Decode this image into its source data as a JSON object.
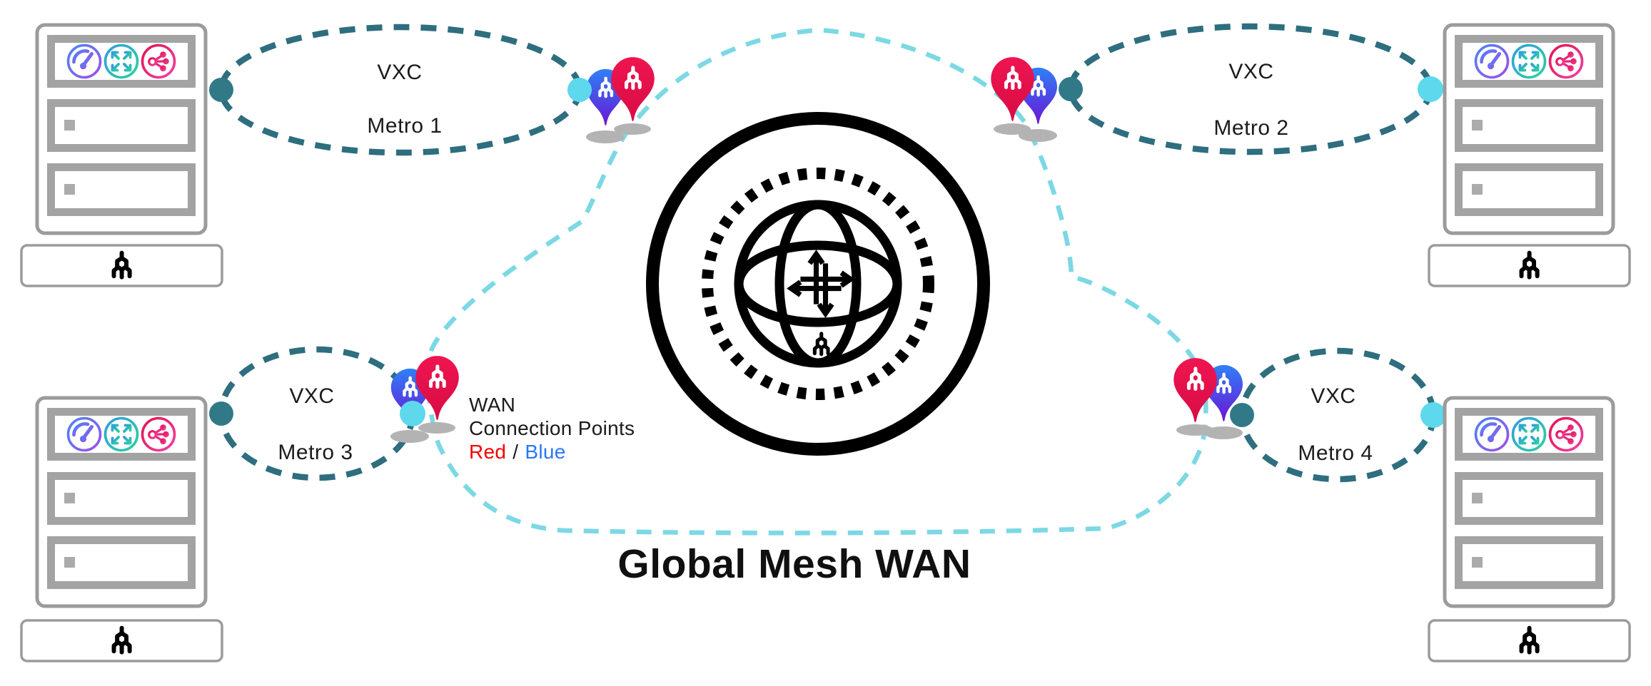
{
  "diagram": {
    "title": "Global Mesh WAN",
    "metros": [
      {
        "link_label": "VXC",
        "name": "Metro 1"
      },
      {
        "link_label": "VXC",
        "name": "Metro 2"
      },
      {
        "link_label": "VXC",
        "name": "Metro 3"
      },
      {
        "link_label": "VXC",
        "name": "Metro 4"
      }
    ],
    "legend": {
      "line1": "WAN",
      "line2": "Connection Points",
      "red_label": "Red",
      "separator": "/",
      "blue_label": "Blue"
    },
    "racks": {
      "count": 4,
      "rows": 3,
      "row1_icons": [
        "speedometer-icon",
        "expand-arrows-icon",
        "share-icon"
      ],
      "label_icon": "megaport-tree-icon"
    },
    "pins": {
      "front_color_name": "Red",
      "back_color_name": "Blue",
      "glyph": "megaport-tree-icon"
    },
    "center_icon": "global-mesh-globe-icon",
    "colors": {
      "ellipse_dash": "#2e6e7e",
      "line_start": "#2e7d8c",
      "line_end": "#4ec9db",
      "cyan_dot": "#5ed8ec",
      "dark_dot": "#327988",
      "cloud_dash": "#7cd8e4",
      "red_pin": "#e81349",
      "blue_pin_top": "#2f80f7",
      "blue_pin_bottom": "#6a15d6",
      "red_text": "#f30000",
      "blue_text": "#2b78f6",
      "rack_gray": "#9b9b9b"
    }
  }
}
